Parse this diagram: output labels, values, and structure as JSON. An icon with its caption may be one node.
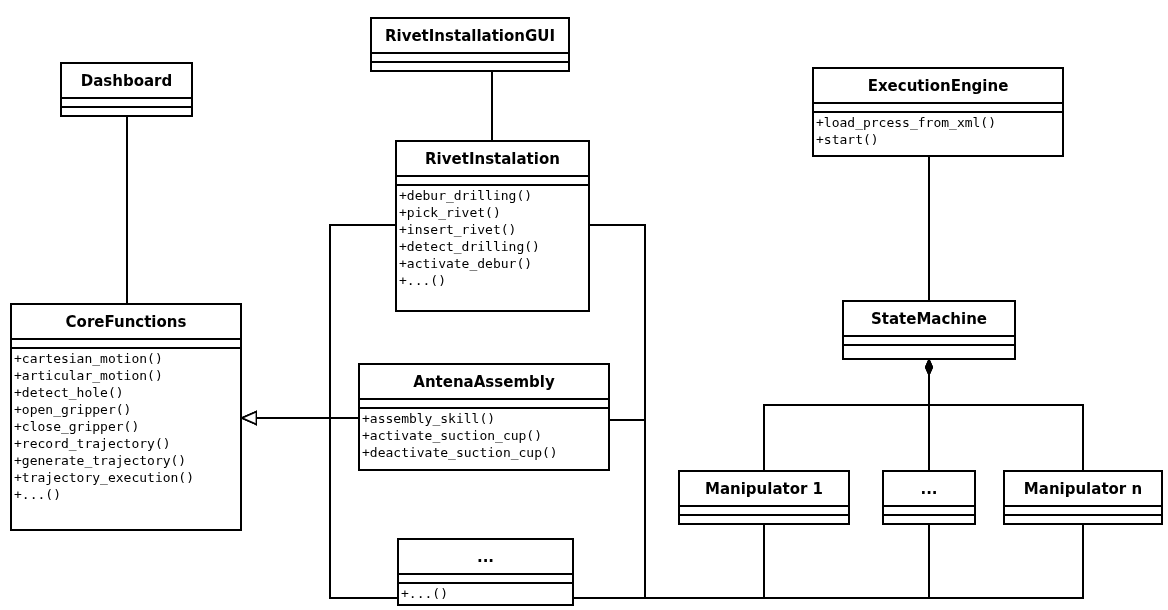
{
  "diagram": {
    "nodes": [
      {
        "text": [
          "RivetInstallationGUI"
        ]
      },
      {
        "text": [
          "Dashboard"
        ]
      },
      {
        "text": [
          "RivetInstalation",
          "+debur_drilling()",
          "+pick_rivet()",
          "+insert_rivet()",
          "+detect_drilling()",
          "+activate_debur()",
          "+...()"
        ]
      },
      {
        "text": [
          "ExecutionEngine",
          "+load_prcess_from_xml()",
          "+start()"
        ]
      },
      {
        "text": [
          "CoreFunctions",
          "+cartesian_motion()",
          "+articular_motion()",
          "+detect_hole()",
          "+open_gripper()",
          "+close_gripper()",
          "+record_trajectory()",
          "+generate_trajectory()",
          "+trajectory_execution()",
          "+...()"
        ]
      },
      {
        "text": [
          "StateMachine"
        ]
      },
      {
        "text": [
          "AntenaAssembly",
          "+assembly_skill()",
          "+activate_suction_cup()",
          "+deactivate_suction_cup()"
        ]
      },
      {
        "text": [
          "Manipulator 1"
        ]
      },
      {
        "text": [
          "..."
        ]
      },
      {
        "text": [
          "Manipulator n"
        ]
      },
      {
        "text": [
          "...",
          "+...()"
        ]
      }
    ],
    "edges": [
      {
        "from": 1,
        "to": 4,
        "arrow": "none"
      },
      {
        "from": 0,
        "to": 2,
        "arrow": "none"
      },
      {
        "from": 3,
        "to": 5,
        "arrow": "none"
      },
      {
        "from": 2,
        "to": 4,
        "arrow": "to"
      },
      {
        "from": 6,
        "to": 4,
        "arrow": "to"
      },
      {
        "from": 10,
        "to": 4,
        "arrow": "to"
      },
      {
        "from": 5,
        "to": 7,
        "arrow": "other"
      },
      {
        "from": 5,
        "to": 8,
        "arrow": "other"
      },
      {
        "from": 5,
        "to": 9,
        "arrow": "other"
      },
      {
        "from": 2,
        "to": 7,
        "arrow": "none"
      },
      {
        "from": 2,
        "to": 8,
        "arrow": "none"
      },
      {
        "from": 2,
        "to": 9,
        "arrow": "none"
      },
      {
        "from": 6,
        "to": 7,
        "arrow": "none"
      },
      {
        "from": 6,
        "to": 8,
        "arrow": "none"
      },
      {
        "from": 6,
        "to": 9,
        "arrow": "none"
      },
      {
        "from": 10,
        "to": 7,
        "arrow": "none"
      },
      {
        "from": 10,
        "to": 8,
        "arrow": "none"
      },
      {
        "from": 10,
        "to": 9,
        "arrow": "none"
      }
    ]
  }
}
